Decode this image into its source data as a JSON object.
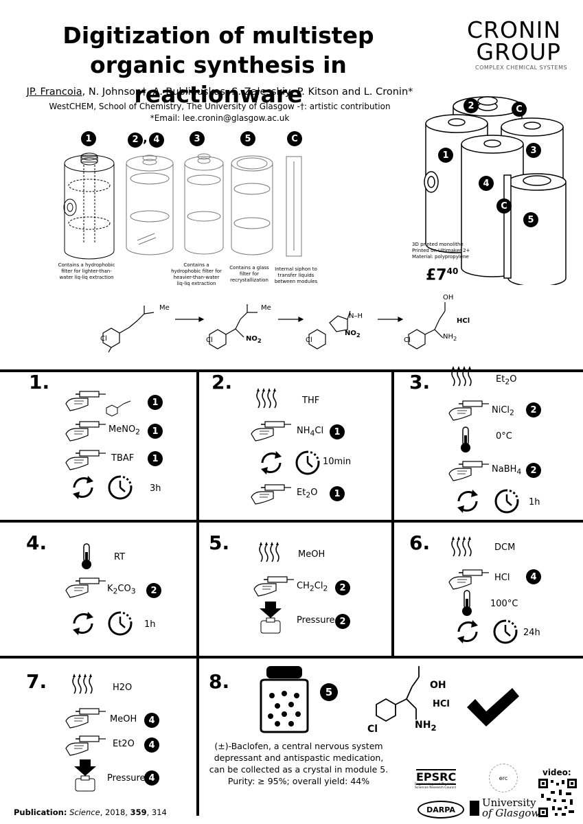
{
  "title": "Digitization of multistep organic synthesis in reactionware",
  "authors": {
    "first": "JP. Francoia",
    "rest": ", N. Johnson†, A. Bubliauskas, S. Zalesskiy, P. Kitson and L. Cronin*"
  },
  "affiliation": "WestCHEM, School of Chemistry, The University of Glasgow -†: artistic contribution",
  "email": "*Email: lee.cronin@glasgow.ac.uk",
  "logo": {
    "line1": "CRONIN",
    "line2": "GROUP",
    "sub": "COMPLEX CHEMICAL SYSTEMS"
  },
  "modules": [
    {
      "id": "1",
      "caption": "Contains a hydrophobic filter for lighter-than-water liq-liq extraction"
    },
    {
      "id": "2, 4",
      "caption": ""
    },
    {
      "id": "3",
      "caption": "Contains a hydrophobic filter for heavier-than-water liq-liq extraction"
    },
    {
      "id": "5",
      "caption": "Contains a glass filter for recrystallization"
    },
    {
      "id": "C",
      "caption": "Internal siphon to transfer liquids between modules"
    }
  ],
  "monolith": {
    "caption_line1": "3D printed monolithe",
    "caption_line2": "Printed on Ultimaker 2+",
    "caption_line3": "Material: polypropylene",
    "price_main": "£7",
    "price_sup": "40"
  },
  "scheme": {
    "me": "Me",
    "cl": "Cl",
    "no2": "NO",
    "no2_sub": "2",
    "nh": "N–H",
    "oh": "OH",
    "hcl": "HCl",
    "nh2": "NH",
    "nh2_sub": "2"
  },
  "steps": {
    "s1": {
      "num": "1.",
      "reagent2": "MeNO",
      "reagent2_sub": "2",
      "reagent3": "TBAF",
      "time": "3h",
      "badge": "1"
    },
    "s2": {
      "num": "2.",
      "solvent": "THF",
      "reagent": "NH",
      "reagent_sub": "4",
      "reagent_tail": "Cl",
      "time": "10min",
      "reagent2": "Et",
      "reagent2_sub": "2",
      "reagent2_tail": "O",
      "badge": "1"
    },
    "s3": {
      "num": "3.",
      "solvent": "Et",
      "solvent_sub": "2",
      "solvent_tail": "O",
      "reagent": "NiCl",
      "reagent_sub": "2",
      "temp": "0°C",
      "reagent2": "NaBH",
      "reagent2_sub": "4",
      "time": "1h",
      "badge": "2"
    },
    "s4": {
      "num": "4.",
      "temp": "RT",
      "reagent": "K",
      "reagent_sub": "2",
      "reagent_mid": "CO",
      "reagent_sub2": "3",
      "time": "1h",
      "badge": "2"
    },
    "s5": {
      "num": "5.",
      "solvent": "MeOH",
      "reagent": "CH",
      "reagent_sub": "2",
      "reagent_mid": "Cl",
      "reagent_sub2": "2",
      "pressure": "Pressure",
      "badge": "2"
    },
    "s6": {
      "num": "6.",
      "solvent": "DCM",
      "reagent": "HCl",
      "temp": "100°C",
      "time": "24h",
      "badge": "4"
    },
    "s7": {
      "num": "7.",
      "solvent": "H2O",
      "reagent": "MeOH",
      "reagent2": "Et2O",
      "pressure": "Pressure",
      "badge": "4"
    },
    "s8": {
      "num": "8.",
      "badge": "5",
      "hcl": "HCl",
      "oh": "OH",
      "nh2": "NH",
      "nh2_sub": "2",
      "cl": "Cl"
    }
  },
  "final_text": "(±)-Baclofen, a central nervous system depressant and antispastic medication, can be collected as a crystal in module 5. Purity: ≥ 95%; overall yield: 44%",
  "publication": {
    "label": "Publication:",
    "journal": "Science",
    "rest": ", 2018, ",
    "vol": "359",
    "pages": ", 314"
  },
  "sponsors": {
    "epsrc": "EPSRC",
    "epsrc_sub": "Engineering and Physical Sciences Research Council",
    "erc": "erc",
    "darpa": "DARPA",
    "uni1": "University",
    "uni2": "of Glasgow",
    "video": "video:"
  }
}
